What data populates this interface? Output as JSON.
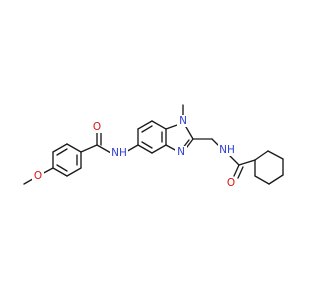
{
  "figure": {
    "atoms": [
      {
        "key": "o_methoxy",
        "text": "O",
        "color": "#e01010"
      },
      {
        "key": "o_benzamide",
        "text": "O",
        "color": "#e01010"
      },
      {
        "key": "nh_benzamide",
        "text": "NH",
        "color": "#2f3fd6"
      },
      {
        "key": "n1_imidazole",
        "text": "N",
        "color": "#2f3fd6"
      },
      {
        "key": "n3_imidazole",
        "text": "N",
        "color": "#2f3fd6"
      },
      {
        "key": "nh_cyclohexyl",
        "text": "NH",
        "color": "#2f3fd6"
      },
      {
        "key": "o_cyclohexyl",
        "text": "O",
        "color": "#e01010"
      }
    ],
    "colors": {
      "bond": "#1a1a1a",
      "nitrogen": "#2f3fd6",
      "oxygen": "#e01010",
      "background": "#ffffff"
    }
  }
}
